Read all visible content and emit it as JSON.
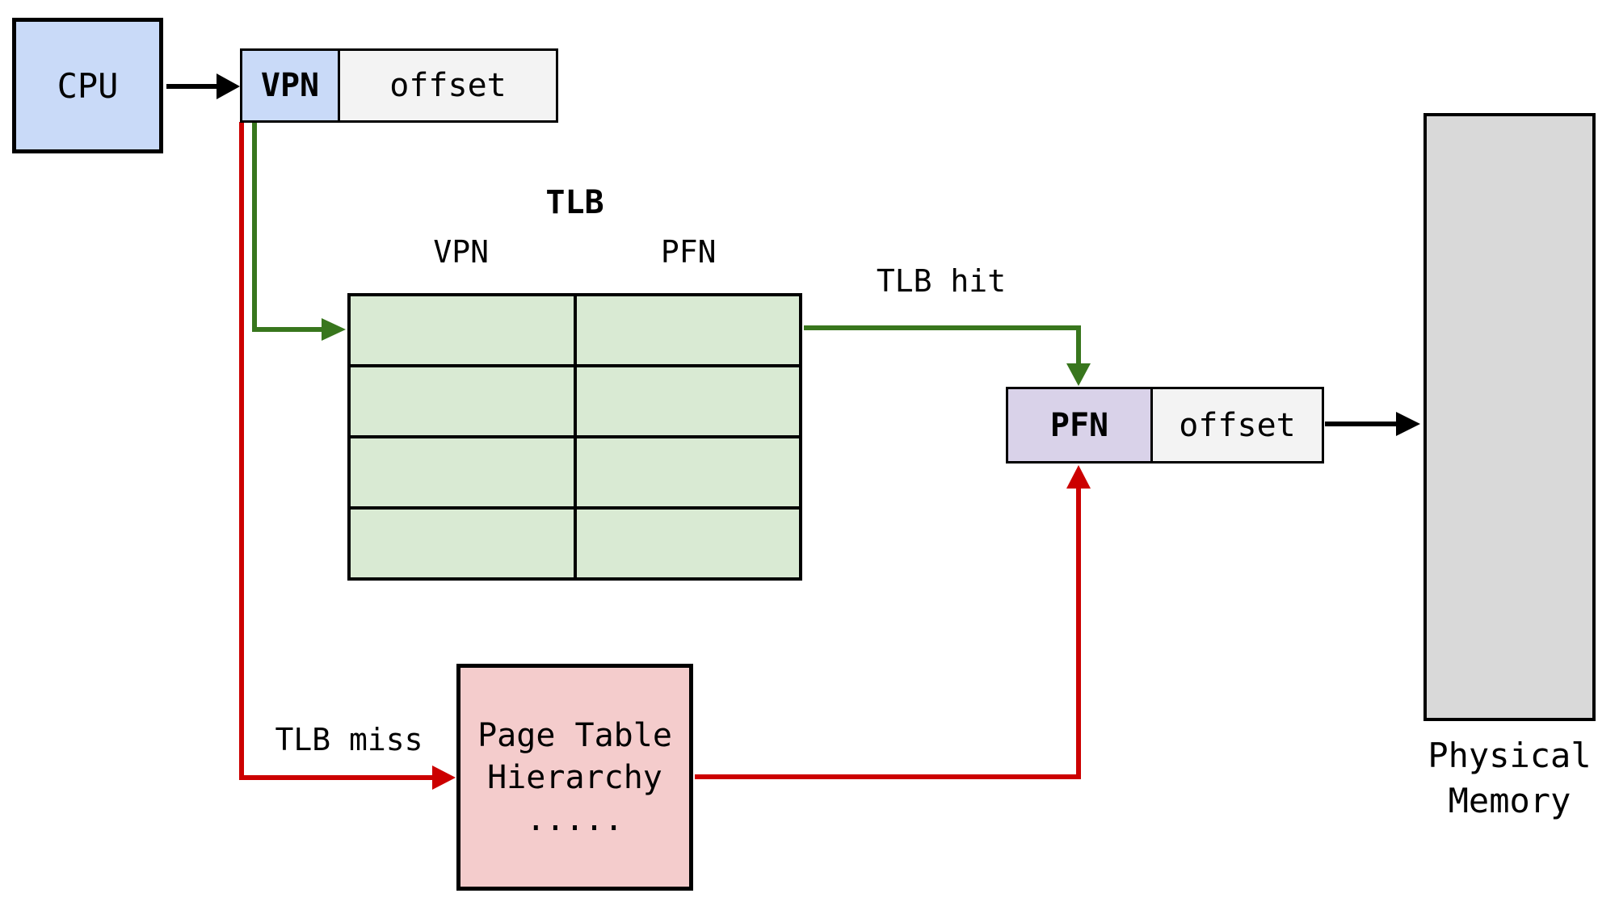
{
  "colors": {
    "cpu_fill": "#c9daf8",
    "vpn_fill": "#c9daf8",
    "offset_fill": "#f3f3f3",
    "tlb_cell_fill": "#d9ead3",
    "pfn_fill": "#d9d2e9",
    "page_table_fill": "#f4cccc",
    "memory_fill": "#d9d9d9",
    "hit_arrow": "#38761d",
    "miss_arrow": "#cc0000",
    "line": "#000000"
  },
  "cpu": {
    "label": "CPU"
  },
  "virtual_address": {
    "vpn_label": "VPN",
    "offset_label": "offset"
  },
  "tlb": {
    "title": "TLB",
    "col_headers": [
      "VPN",
      "PFN"
    ],
    "row_count": 4
  },
  "flow_labels": {
    "tlb_hit": "TLB hit",
    "tlb_miss": "TLB miss"
  },
  "physical_address": {
    "pfn_label": "PFN",
    "offset_label": "offset"
  },
  "page_table": {
    "lines": [
      "Page Table",
      "Hierarchy",
      "....."
    ]
  },
  "physical_memory": {
    "lines": [
      "Physical",
      "Memory"
    ]
  }
}
